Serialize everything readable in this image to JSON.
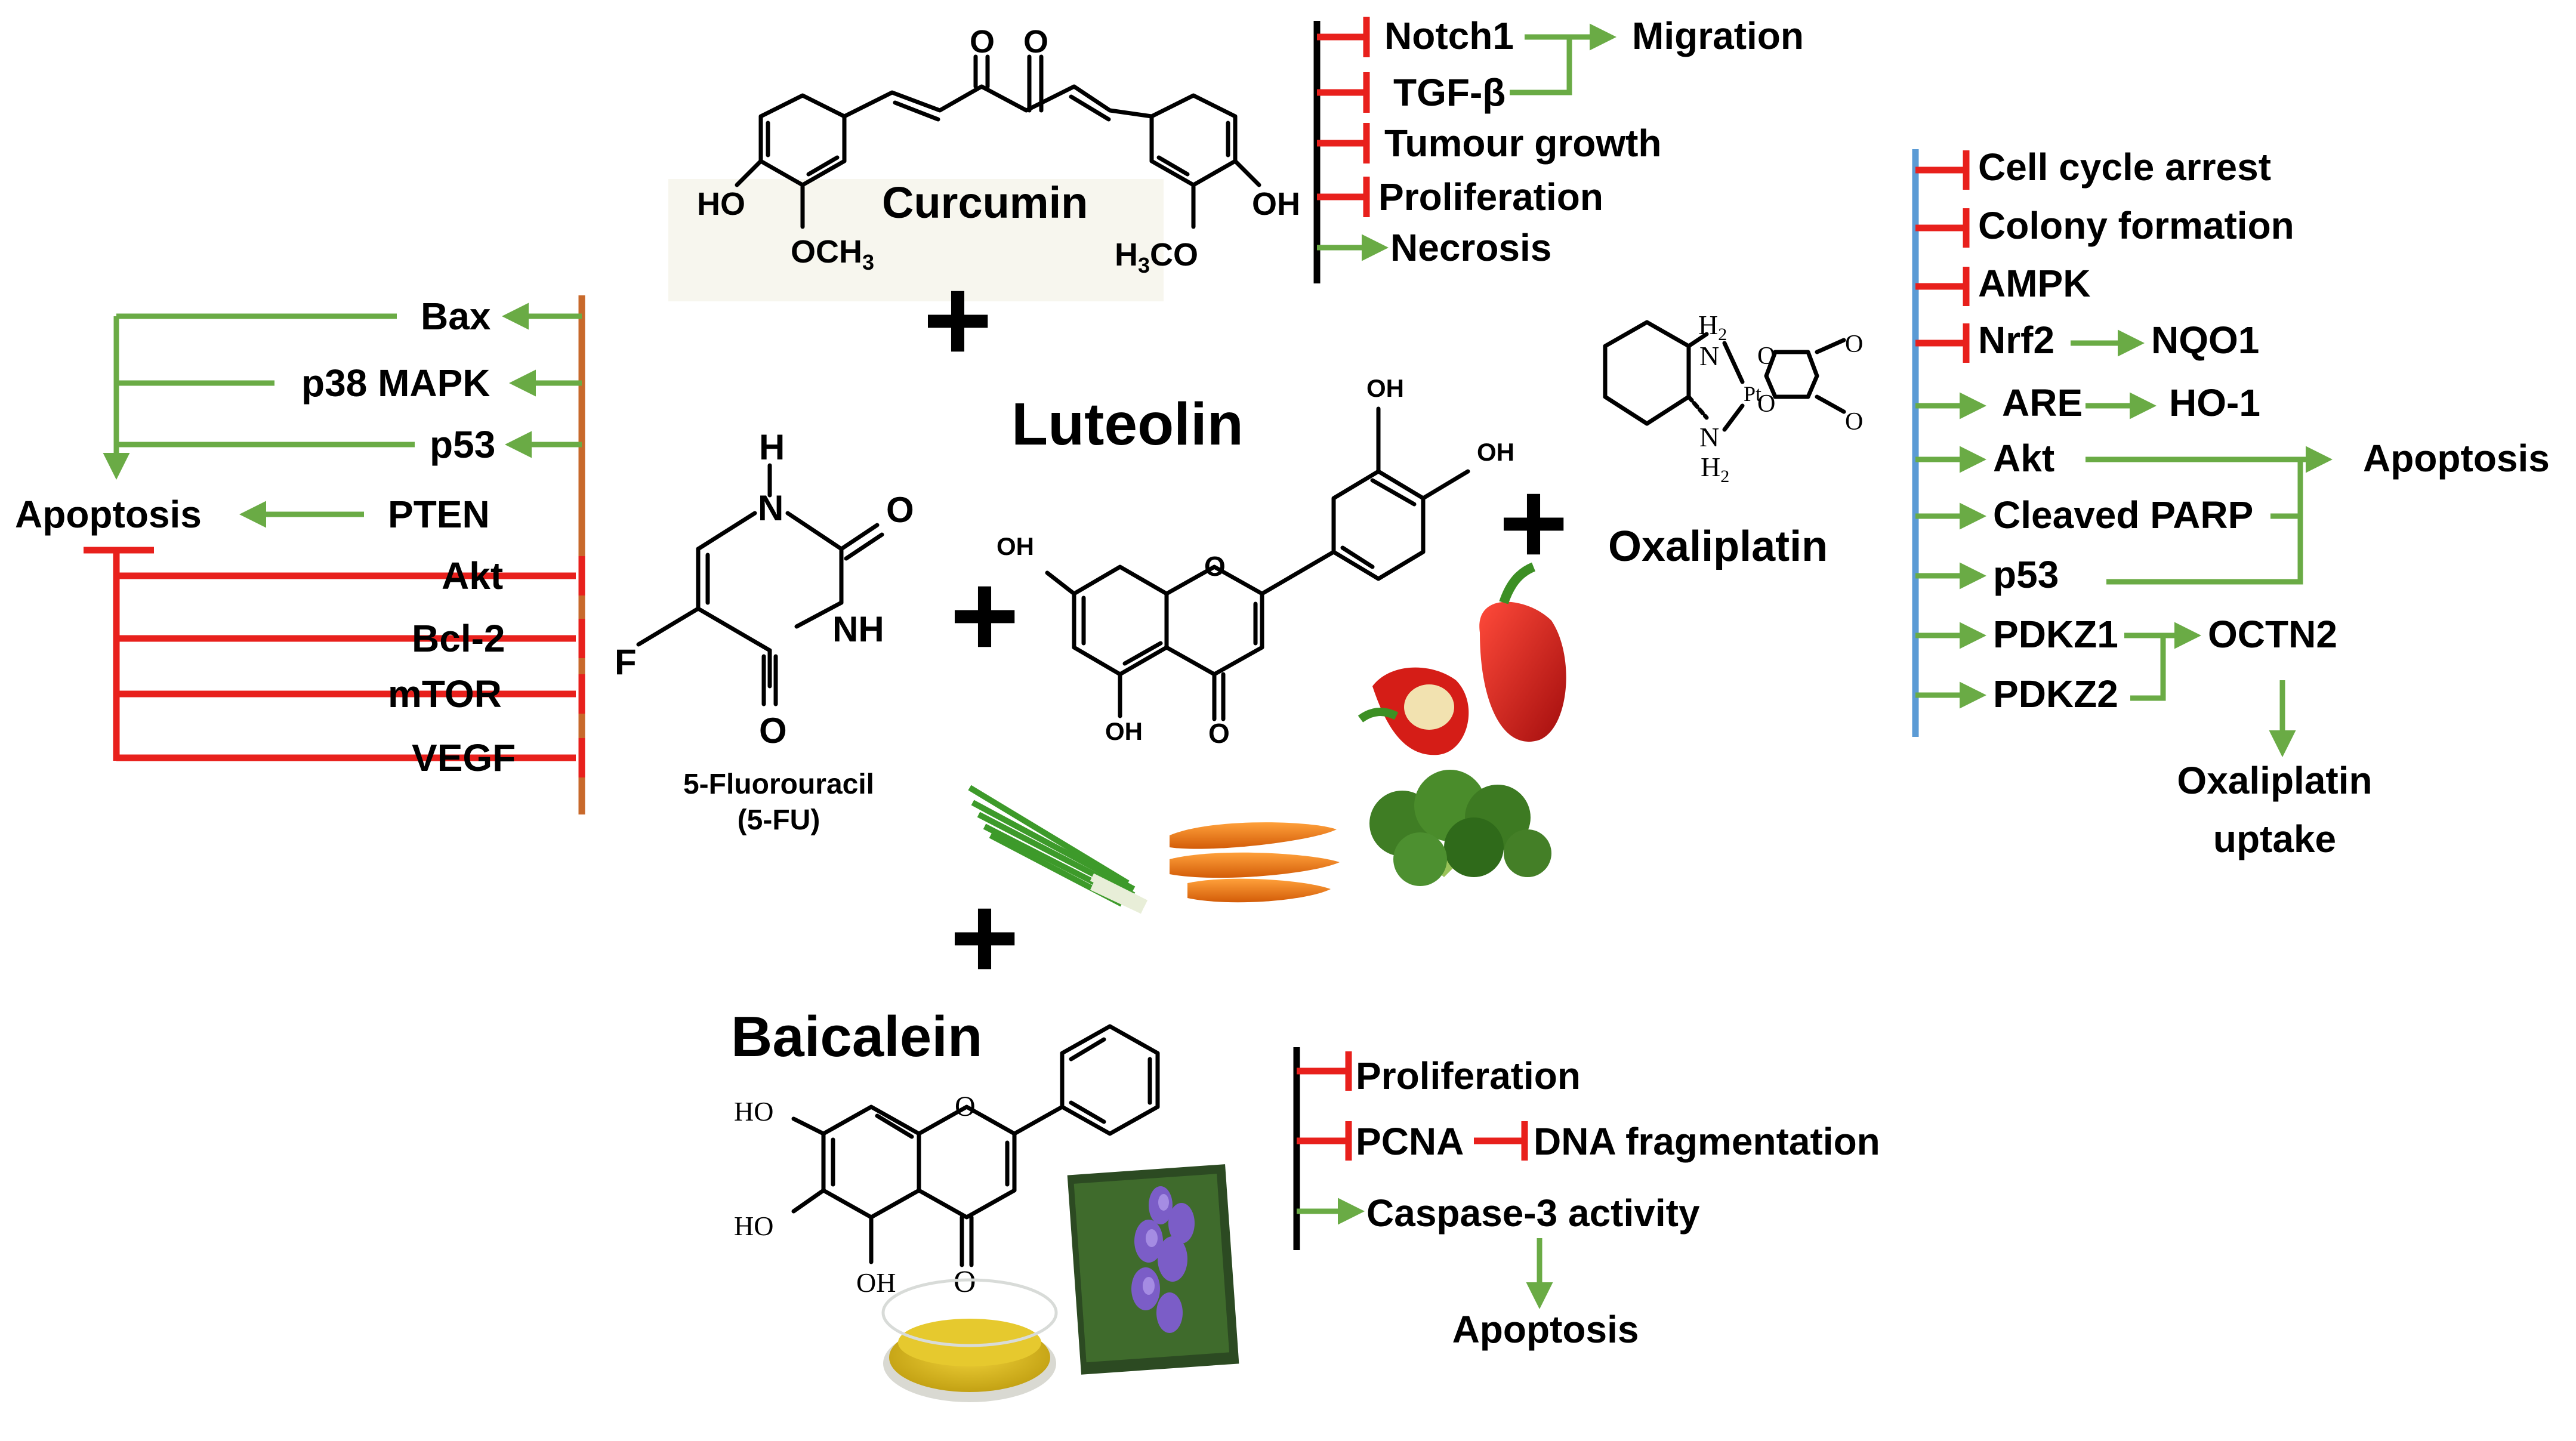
{
  "colors": {
    "activation": "#6aab45",
    "inhibition": "#e8201c",
    "left_axis": "#c8692b",
    "right_axis": "#5b9bd5",
    "axis_black": "#000000"
  },
  "compounds": {
    "curcumin": {
      "name": "Curcumin",
      "ho_left": "HO",
      "och3": "OCH",
      "och3_sub": "3",
      "oh_right": "OH",
      "h3co_h": "H",
      "h3co_sub": "3",
      "h3co_tail": "CO",
      "o1": "O",
      "o2": "O"
    },
    "luteolin": {
      "name": "Luteolin",
      "oh_top1": "OH",
      "oh_top2": "OH",
      "oh_left": "OH",
      "oh_bottom": "OH",
      "o_ring": "O",
      "o_keto": "O"
    },
    "fluorouracil": {
      "name": "5-Fluorouracil",
      "abbr": "(5-FU)",
      "h": "H",
      "n1": "N",
      "nh": "NH",
      "f": "F",
      "o1": "O",
      "o2": "O"
    },
    "oxaliplatin": {
      "name": "Oxaliplatin",
      "h2_top": "H",
      "h2_bottom": "H",
      "sub2": "2",
      "n1": "N",
      "n2": "N",
      "pt": "Pt",
      "o": "O"
    },
    "baicalein": {
      "name": "Baicalein",
      "ho1": "HO",
      "ho2": "HO",
      "oh": "OH",
      "o_ring": "O",
      "o_keto": "O"
    }
  },
  "curcumin_effects": {
    "notch1": "Notch1",
    "tgfb": "TGF-β",
    "migration": "Migration",
    "tumour_growth": "Tumour growth",
    "proliferation": "Proliferation",
    "necrosis": "Necrosis"
  },
  "fu_effects": {
    "activated": [
      "Bax",
      "p38 MAPK",
      "p53",
      "PTEN"
    ],
    "inhibited": [
      "Akt",
      "Bcl-2",
      "mTOR",
      "VEGF"
    ],
    "outcome": "Apoptosis"
  },
  "oxaliplatin_effects": {
    "cell_cycle": "Cell cycle arrest",
    "colony": "Colony formation",
    "ampk": "AMPK",
    "nrf2": "Nrf2",
    "nqo1": "NQO1",
    "are": "ARE",
    "ho1": "HO-1",
    "akt": "Akt",
    "parp": "Cleaved PARP",
    "p53": "p53",
    "apoptosis": "Apoptosis",
    "pdkz1": "PDKZ1",
    "pdkz2": "PDKZ2",
    "octn2": "OCTN2",
    "uptake1": "Oxaliplatin",
    "uptake2": "uptake"
  },
  "baicalein_effects": {
    "proliferation": "Proliferation",
    "pcna": "PCNA",
    "dna": "DNA fragmentation",
    "caspase": "Caspase-3 activity",
    "apoptosis": "Apoptosis"
  },
  "plus_sign": "+"
}
